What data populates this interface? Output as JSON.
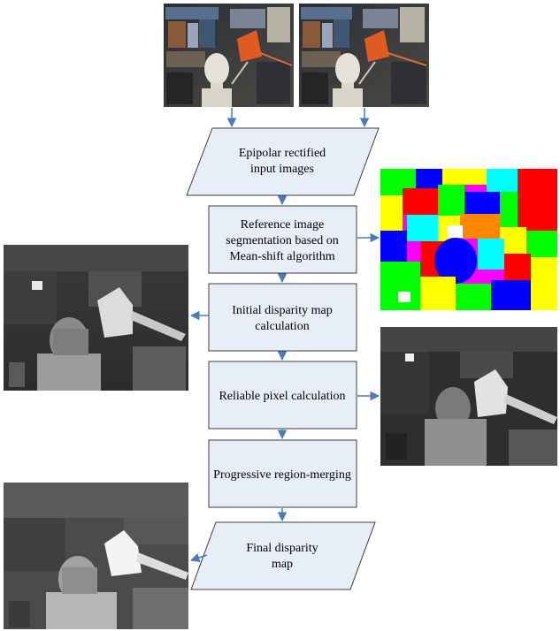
{
  "flowchart": {
    "steps": [
      {
        "id": "rectified",
        "lines": [
          "Epipolar rectified",
          "input images"
        ]
      },
      {
        "id": "segmentation",
        "lines": [
          "Reference image",
          "segmentation based on",
          "Mean-shift algorithm"
        ]
      },
      {
        "id": "initial",
        "lines": [
          "Initial disparity map",
          "calculation"
        ]
      },
      {
        "id": "reliable",
        "lines": [
          "Reliable pixel calculation"
        ]
      },
      {
        "id": "merging",
        "lines": [
          "Progressive region-merging"
        ]
      },
      {
        "id": "final",
        "lines": [
          "Final  disparity",
          "map"
        ]
      }
    ]
  },
  "colors": {
    "box_fill": "#e8eef8",
    "box_stroke": "#3c3c3c",
    "arrow": "#4a7ab8"
  }
}
